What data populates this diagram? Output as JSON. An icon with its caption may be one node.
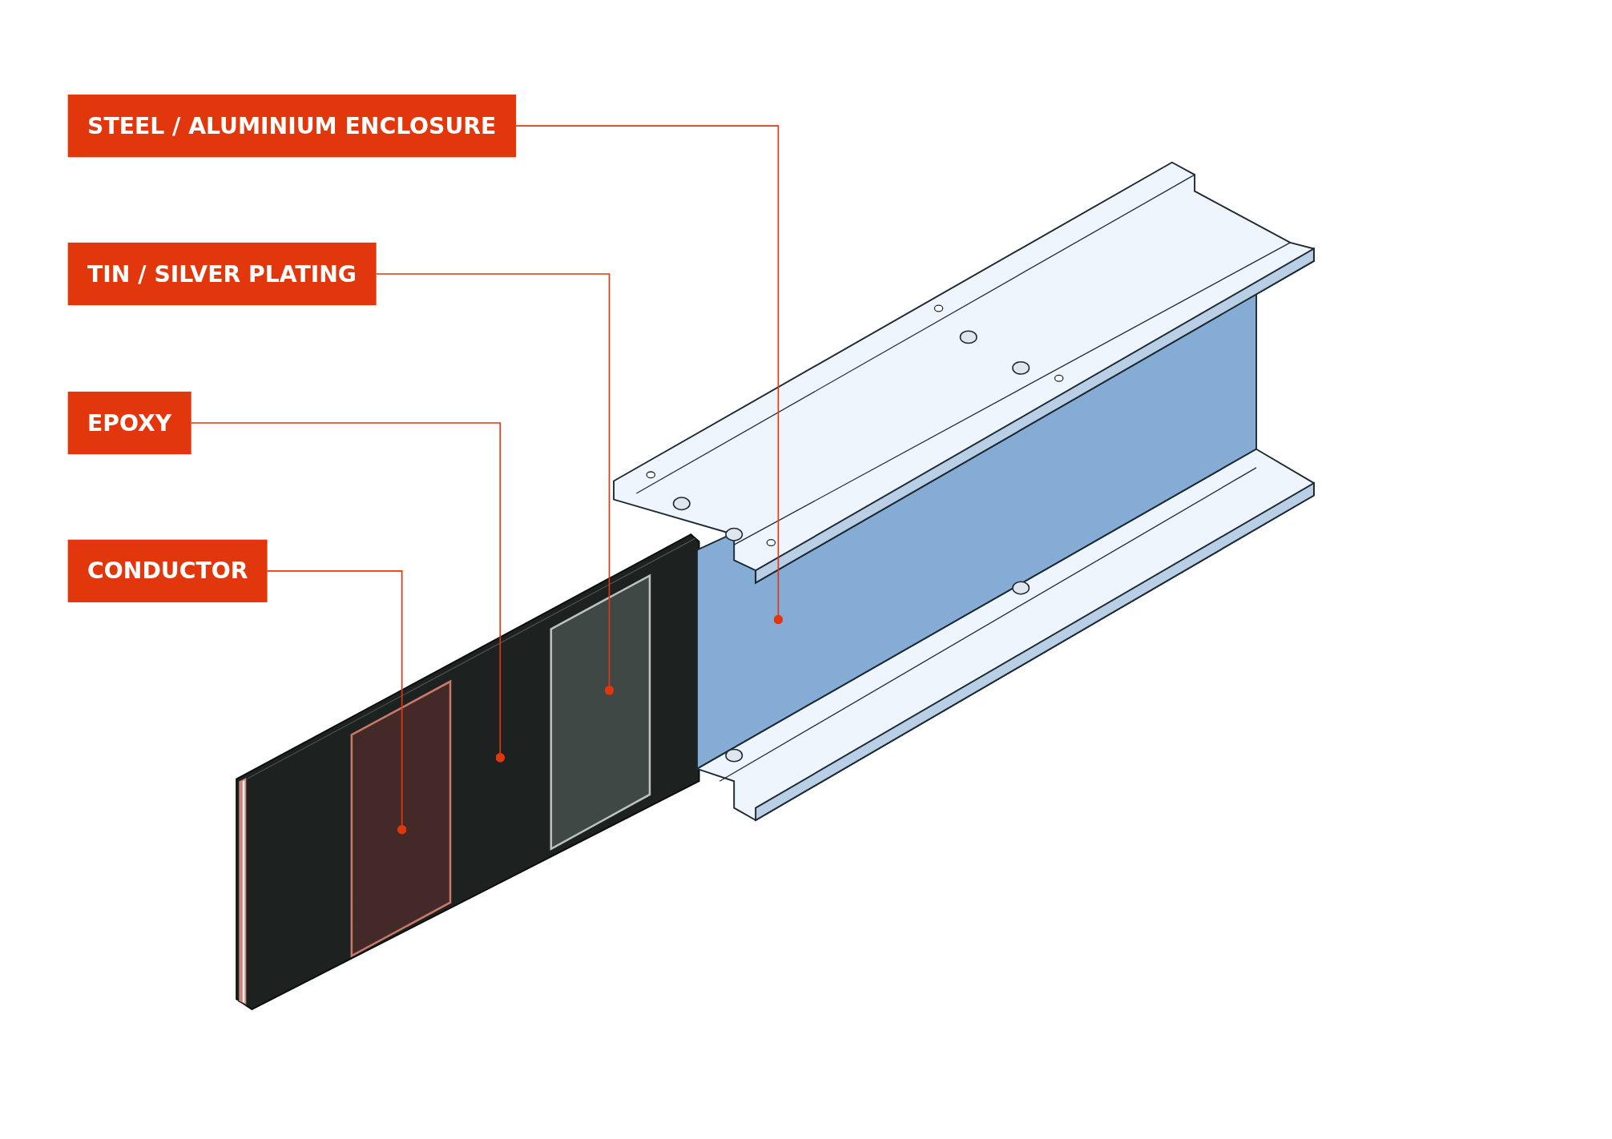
{
  "diagram": {
    "nodes": [
      {
        "text": [
          "STEEL / ALUMINIUM ENCLOSURE"
        ]
      },
      {
        "text": [
          "TIN / SILVER PLATING"
        ]
      },
      {
        "text": [
          "EPOXY"
        ]
      },
      {
        "text": [
          "CONDUCTOR"
        ]
      },
      {
        "text": [],
        "shape": "picture"
      },
      {
        "text": [],
        "shape": "box",
        "in": 6
      },
      {
        "text": [],
        "shape": "picture"
      },
      {
        "text": [],
        "shape": "box",
        "in": 6
      }
    ],
    "edges": [
      {
        "from": 0,
        "to": 4,
        "arrow": "other"
      },
      {
        "from": 1,
        "to": 7,
        "arrow": "other"
      },
      {
        "from": 2,
        "to": 6,
        "arrow": "other"
      },
      {
        "from": 3,
        "to": 5,
        "arrow": "other"
      }
    ]
  }
}
